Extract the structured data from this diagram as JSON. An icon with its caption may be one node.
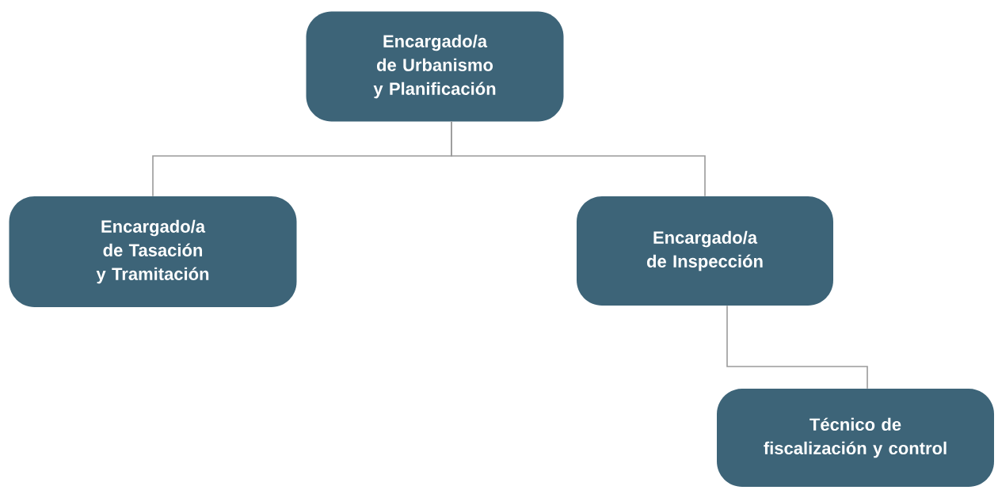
{
  "diagram": {
    "nodes": [
      {
        "text": [
          "Encargado/a de Urbanismo y Planificación"
        ]
      },
      {
        "text": [
          "Encargado/a de Tasación y Tramitación"
        ]
      },
      {
        "text": [
          "Encargado/a de Inspección"
        ]
      },
      {
        "text": [
          "Técnico de fiscalización y control"
        ]
      }
    ],
    "edges": [
      {
        "from": 0,
        "to": 1,
        "arrow": "none"
      },
      {
        "from": 0,
        "to": 2,
        "arrow": "none"
      },
      {
        "from": 2,
        "to": 3,
        "arrow": "none"
      }
    ]
  }
}
